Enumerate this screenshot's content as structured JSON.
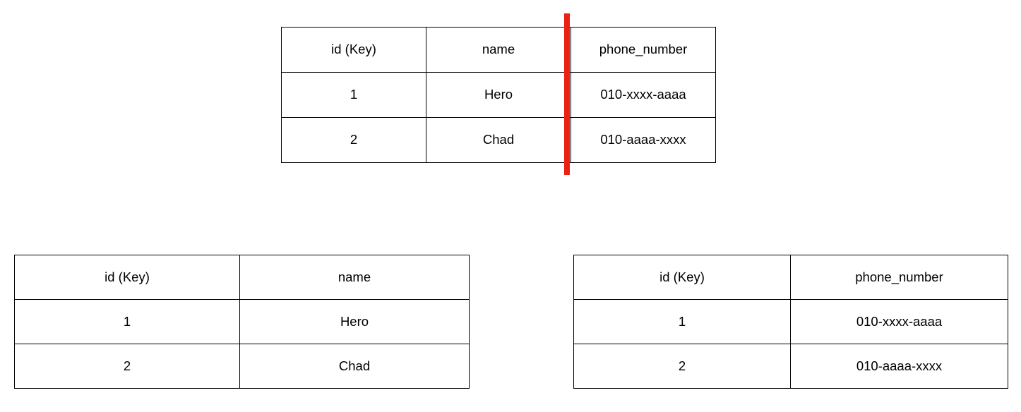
{
  "colors": {
    "split_line": "#ED2014",
    "table_border": "#000000",
    "text": "#000000",
    "background": "#FFFFFF"
  },
  "annotations": {
    "split_line_name": "vertical-split-divider"
  },
  "tables": {
    "combined": {
      "name": "combined-table",
      "columns": [
        "id (Key)",
        "name",
        "phone_number"
      ],
      "rows": [
        [
          "1",
          "Hero",
          "010-xxxx-aaaa"
        ],
        [
          "2",
          "Chad",
          "010-aaaa-xxxx"
        ]
      ]
    },
    "names": {
      "name": "names-table",
      "columns": [
        "id (Key)",
        "name"
      ],
      "rows": [
        [
          "1",
          "Hero"
        ],
        [
          "2",
          "Chad"
        ]
      ]
    },
    "phones": {
      "name": "phone-numbers-table",
      "columns": [
        "id (Key)",
        "phone_number"
      ],
      "rows": [
        [
          "1",
          "010-xxxx-aaaa"
        ],
        [
          "2",
          "010-aaaa-xxxx"
        ]
      ]
    }
  }
}
